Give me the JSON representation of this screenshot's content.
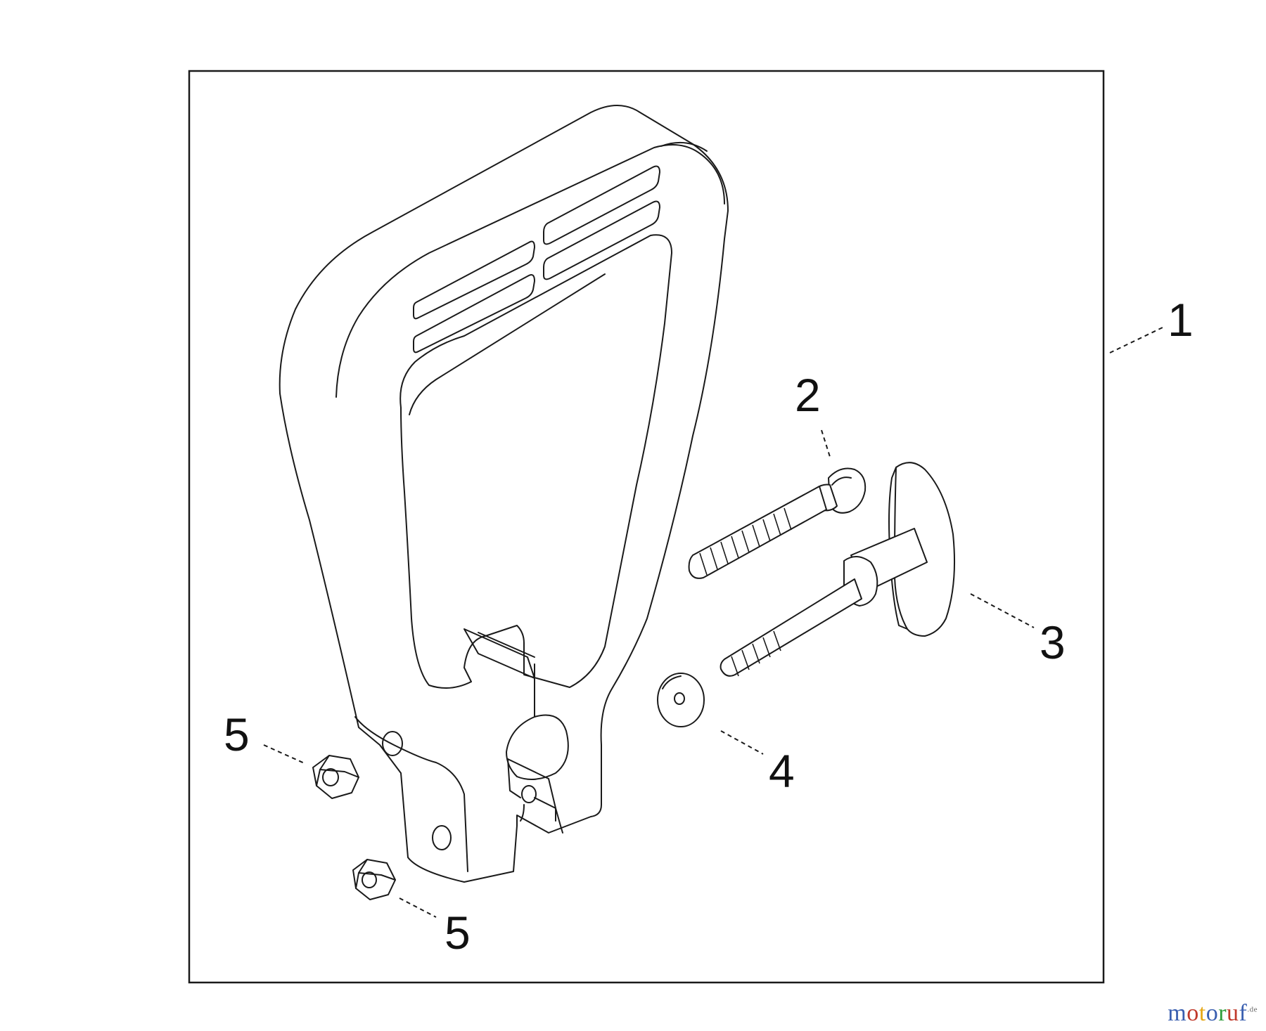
{
  "callouts": {
    "c1": "1",
    "c2": "2",
    "c3": "3",
    "c4": "4",
    "c5a": "5",
    "c5b": "5"
  },
  "watermark": {
    "text": "motoruf",
    "suffix": ".de",
    "colors": [
      "#3a5fb0",
      "#c0392b",
      "#e6a817",
      "#3a5fb0",
      "#2e9d3a",
      "#c0392b",
      "#3a5fb0"
    ]
  }
}
